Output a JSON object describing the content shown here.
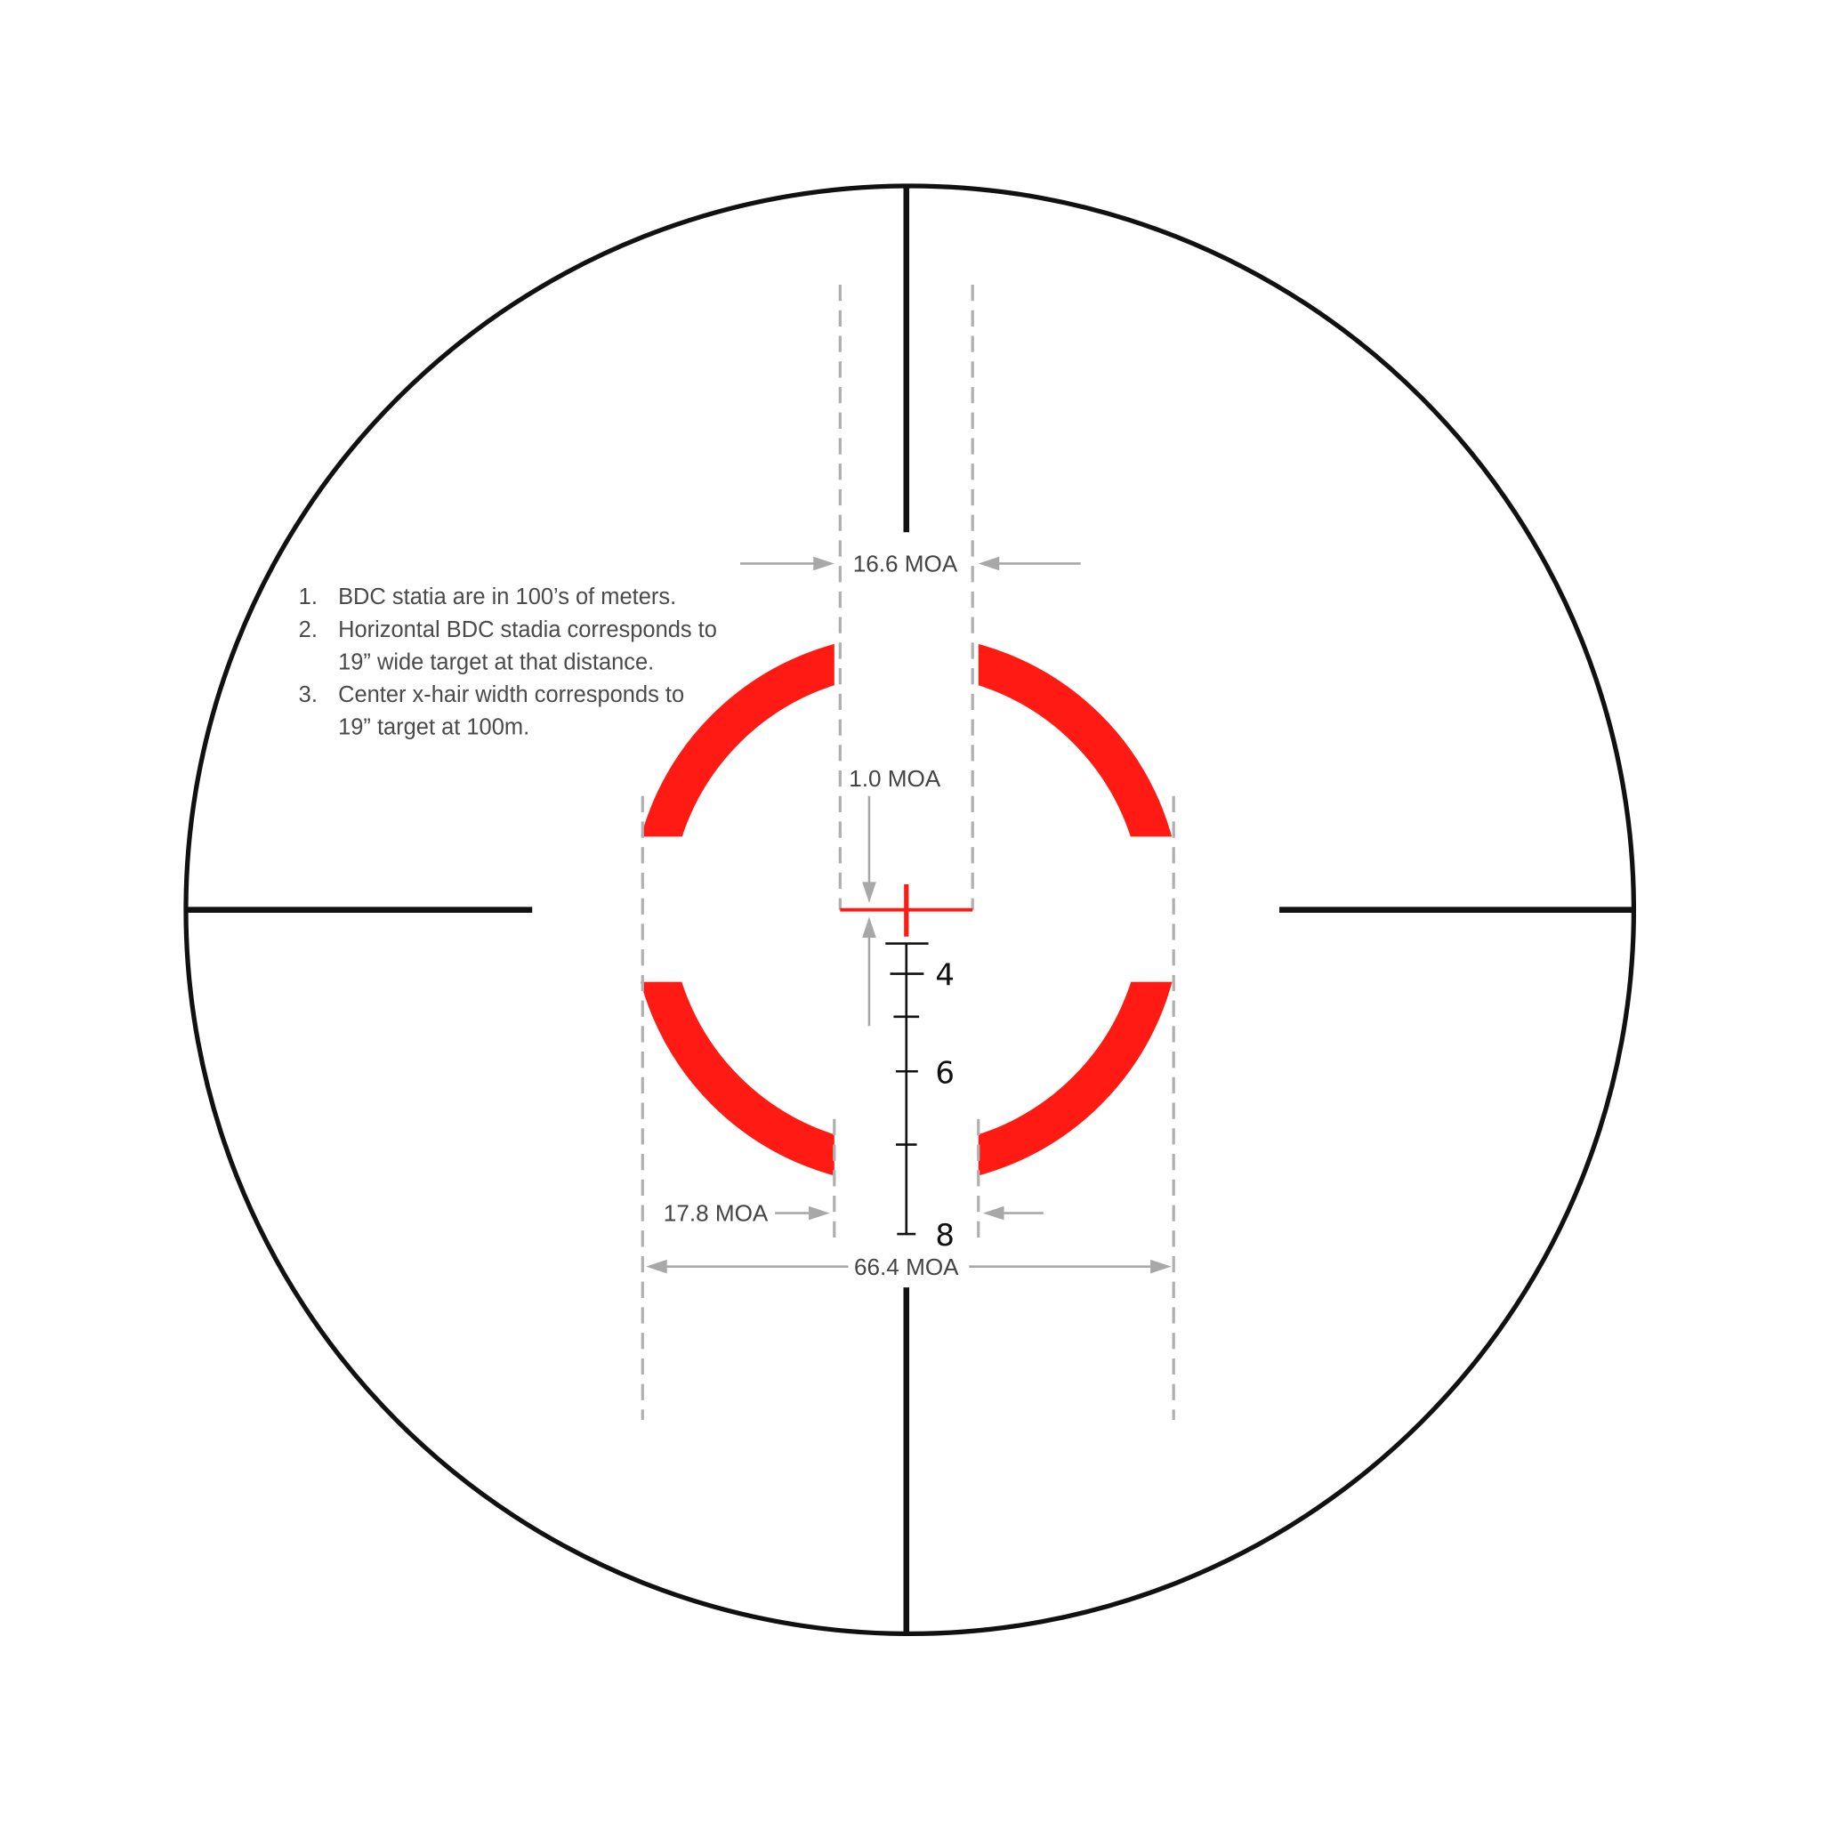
{
  "colors": {
    "reticle": "#111111",
    "illuminated": "#ff1a14",
    "dimension": "#a8a8a8",
    "note_text": "#4a4a4a"
  },
  "notes": [
    {
      "num": "1.",
      "lines": [
        "BDC statia are in 100’s of meters."
      ]
    },
    {
      "num": "2.",
      "lines": [
        "Horizontal BDC stadia corresponds to",
        "19” wide target at that distance."
      ]
    },
    {
      "num": "3.",
      "lines": [
        "Center x-hair width corresponds to",
        "19” target at 100m."
      ]
    }
  ],
  "dimensions": {
    "center_gap": "16.6 MOA",
    "crosshair_thickness": "1.0 MOA",
    "ring_gap": "17.8 MOA",
    "ring_diameter": "66.4 MOA"
  },
  "bdc_labels": [
    "4",
    "6",
    "8"
  ]
}
